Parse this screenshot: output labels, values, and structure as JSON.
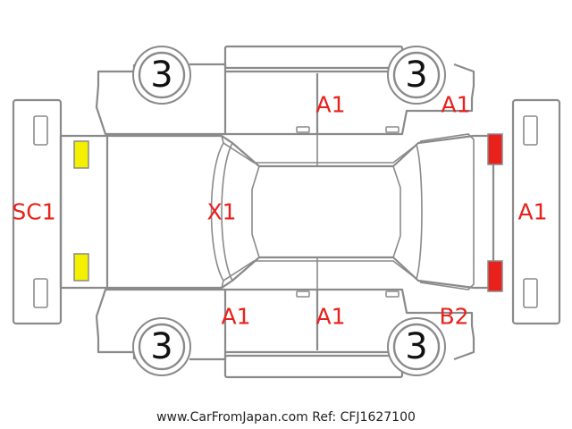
{
  "colors": {
    "outline": "#8a8a8a",
    "damage_code": "#e8211c",
    "wheel_number": "#111111",
    "front_light": "#f3f000",
    "rear_light": "#e8211c"
  },
  "wheels": {
    "front_left": "3",
    "rear_left": "3",
    "front_right": "3",
    "rear_right": "3"
  },
  "damage_codes": {
    "front_bumper": "SC1",
    "hood": "X1",
    "top_rear_door": "A1",
    "top_rear_fender": "A1",
    "rear_bumper": "A1",
    "bottom_front_door": "A1",
    "bottom_rear_door": "A1",
    "bottom_rear_fender": "B2"
  },
  "lights": {
    "front": "yellow",
    "rear": "red"
  },
  "footer": {
    "text": "www.CarFromJapan.com Ref: CFJ1627100"
  }
}
